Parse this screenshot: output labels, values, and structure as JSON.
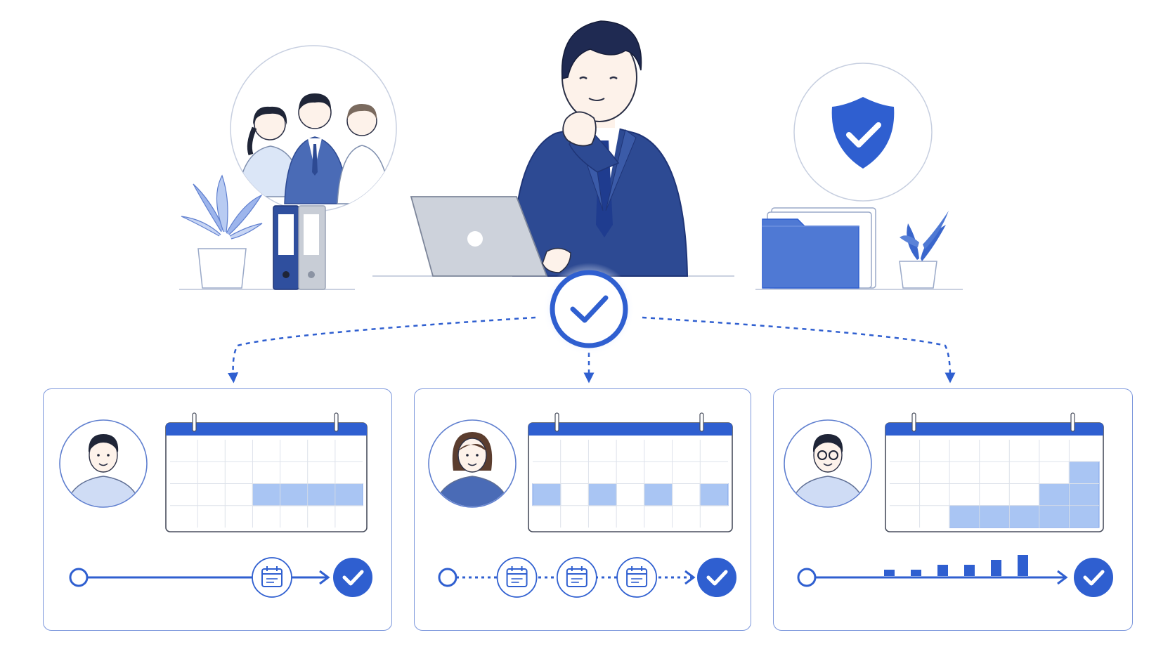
{
  "colors": {
    "primary_blue": "#2f5fd0",
    "navy_suit": "#2d4a93",
    "light_blue_fill": "#a9c5f3",
    "outline": "#9aa9c8",
    "card_border": "#7d98dc",
    "background": "#ffffff"
  },
  "icons": {
    "hub": "check-circle-icon",
    "security": "shield-check-icon",
    "timeline_step": "calendar-icon",
    "timeline_end": "check-icon"
  },
  "cards": [
    {
      "person": "man-short-hair",
      "schedule_pattern": "consecutive-block",
      "highlighted_cells": [
        [
          3,
          3
        ],
        [
          3,
          4
        ],
        [
          3,
          5
        ],
        [
          3,
          6
        ]
      ],
      "timeline_style": "solid-with-one-milestone"
    },
    {
      "person": "woman-bob-hair",
      "schedule_pattern": "alternating-days",
      "highlighted_cells": [
        [
          3,
          0
        ],
        [
          3,
          2
        ],
        [
          3,
          4
        ],
        [
          3,
          6
        ]
      ],
      "timeline_style": "dotted-with-three-milestones"
    },
    {
      "person": "man-glasses",
      "schedule_pattern": "increasing-ramp",
      "highlighted_cells": [
        [
          4,
          2
        ],
        [
          4,
          3
        ],
        [
          4,
          4
        ],
        [
          4,
          5
        ],
        [
          4,
          6
        ],
        [
          3,
          5
        ],
        [
          3,
          6
        ],
        [
          2,
          6
        ]
      ],
      "timeline_style": "solid-with-rising-bars",
      "ramp_levels": [
        1,
        1,
        2,
        2,
        3,
        4
      ]
    }
  ]
}
